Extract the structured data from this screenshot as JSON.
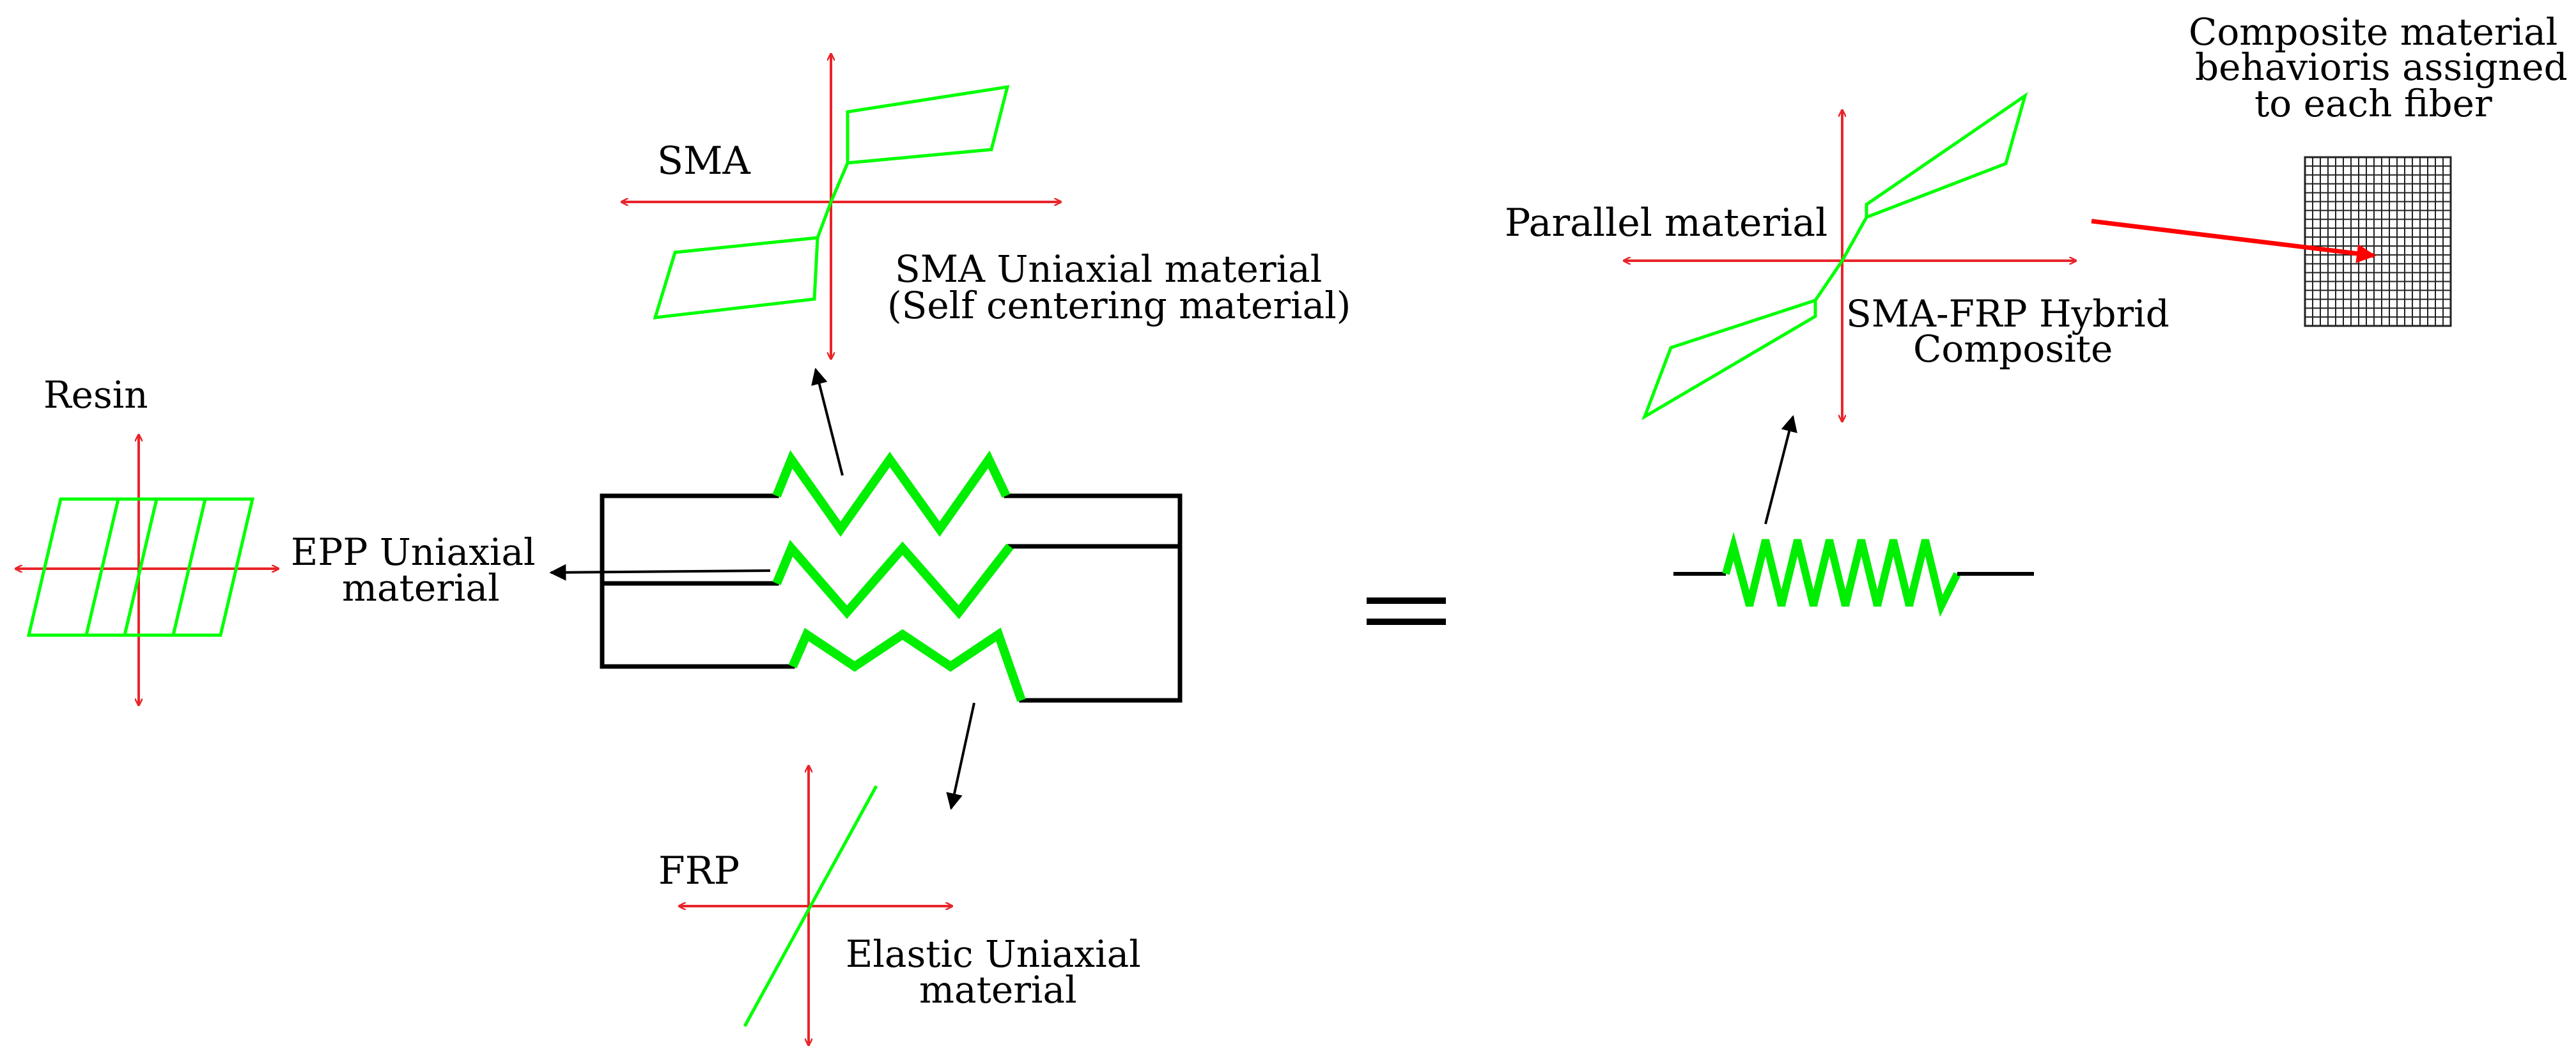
{
  "labels": {
    "sma": "SMA",
    "sma_desc_1": "SMA Uniaxial material",
    "sma_desc_2": "(Self centering material)",
    "resin": "Resin",
    "epp_1": "EPP Uniaxial",
    "epp_2": "material",
    "frp": "FRP",
    "elastic_1": "Elastic Uniaxial",
    "elastic_2": "material",
    "parallel": "Parallel material",
    "hybrid_1": "SMA-FRP Hybrid",
    "hybrid_2": "Composite",
    "composite_1": "Composite material",
    "composite_2": "behavioris assigned",
    "composite_3": "to each fiber"
  },
  "colors": {
    "axis": "#e8242a",
    "curve": "#00ff00",
    "spring": "#00ee00",
    "frame": "#000000",
    "pointer": "#ff0000",
    "grid": "#222222"
  },
  "icons": {
    "equals": "equals-sign-icon",
    "fiber_grid": "fiber-section-grid-icon"
  }
}
